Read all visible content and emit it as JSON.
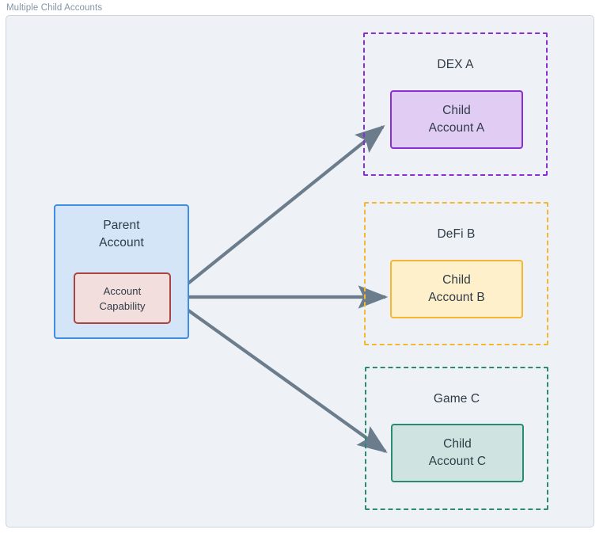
{
  "caption": "Multiple Child Accounts",
  "colors": {
    "canvas": "#eef1f5",
    "frame_border": "#ccd5df",
    "caption_text": "#8494a6",
    "node_text": "#2f3b47",
    "arrow": "#6b7c8c",
    "parent_fill": "#d3e5f7",
    "parent_border": "#3c8ede",
    "capability_fill": "#f2dedd",
    "capability_border": "#a94442",
    "dex_border": "#8b2fd4",
    "dex_fill": "#e1ccf4",
    "defi_border": "#f5b731",
    "defi_fill": "#fdf0cb",
    "game_border": "#2a8a72",
    "game_fill": "#cfe4e0"
  },
  "parent": {
    "title_line1": "Parent",
    "title_line2": "Account",
    "capability_line1": "Account",
    "capability_line2": "Capability"
  },
  "groups": [
    {
      "id": "dex-a",
      "title": "DEX A",
      "child_line1": "Child",
      "child_line2": "Account A"
    },
    {
      "id": "defi-b",
      "title": "DeFi B",
      "child_line1": "Child",
      "child_line2": "Account B"
    },
    {
      "id": "game-c",
      "title": "Game C",
      "child_line1": "Child",
      "child_line2": "Account C"
    }
  ],
  "connectors": [
    {
      "id": "capability-to-child-a",
      "from": "Account Capability",
      "to": "Child Account A"
    },
    {
      "id": "capability-to-child-b",
      "from": "Account Capability",
      "to": "Child Account B"
    },
    {
      "id": "capability-to-child-c",
      "from": "Account Capability",
      "to": "Child Account C"
    }
  ]
}
